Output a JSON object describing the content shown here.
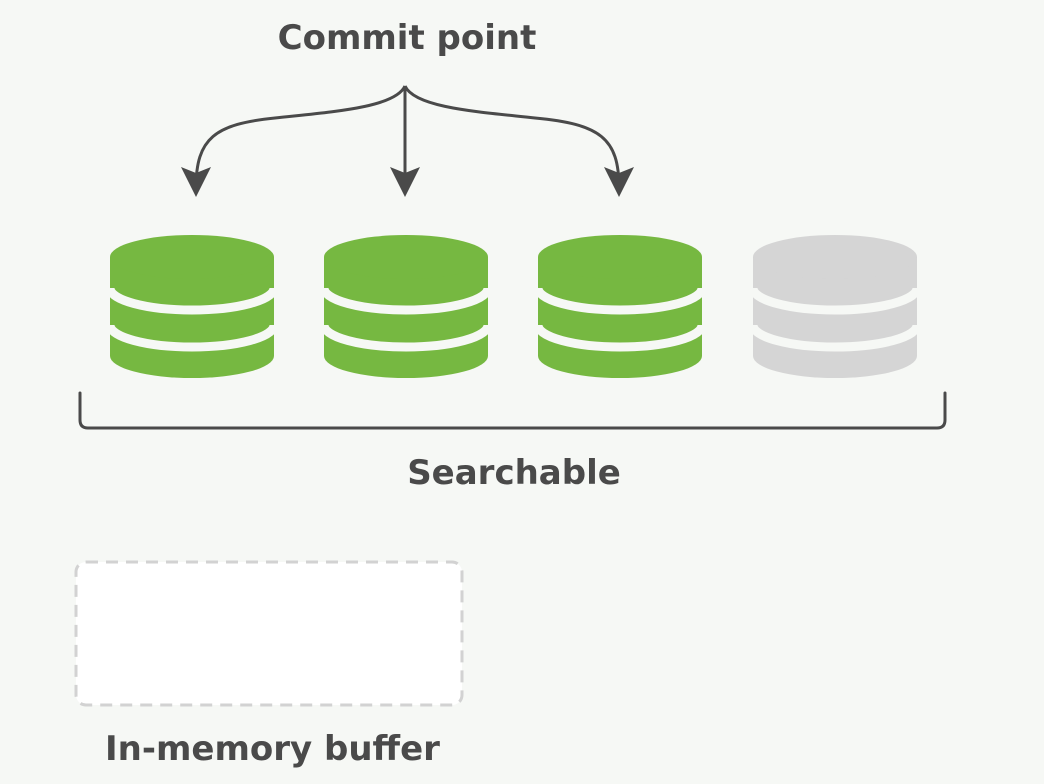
{
  "labels": {
    "commit_point": "Commit point",
    "searchable": "Searchable",
    "in_memory_buffer": "In-memory buffer"
  },
  "segments": [
    {
      "state": "committed",
      "color": "#76b841"
    },
    {
      "state": "committed",
      "color": "#76b841"
    },
    {
      "state": "committed",
      "color": "#76b841"
    },
    {
      "state": "uncommitted",
      "color": "#d5d5d5"
    }
  ],
  "colors": {
    "background": "#f6f8f5",
    "ink": "#4a4a4a",
    "committed": "#76b841",
    "uncommitted": "#d5d5d5",
    "buffer_border": "#d2d2d2",
    "buffer_fill": "#ffffff"
  }
}
